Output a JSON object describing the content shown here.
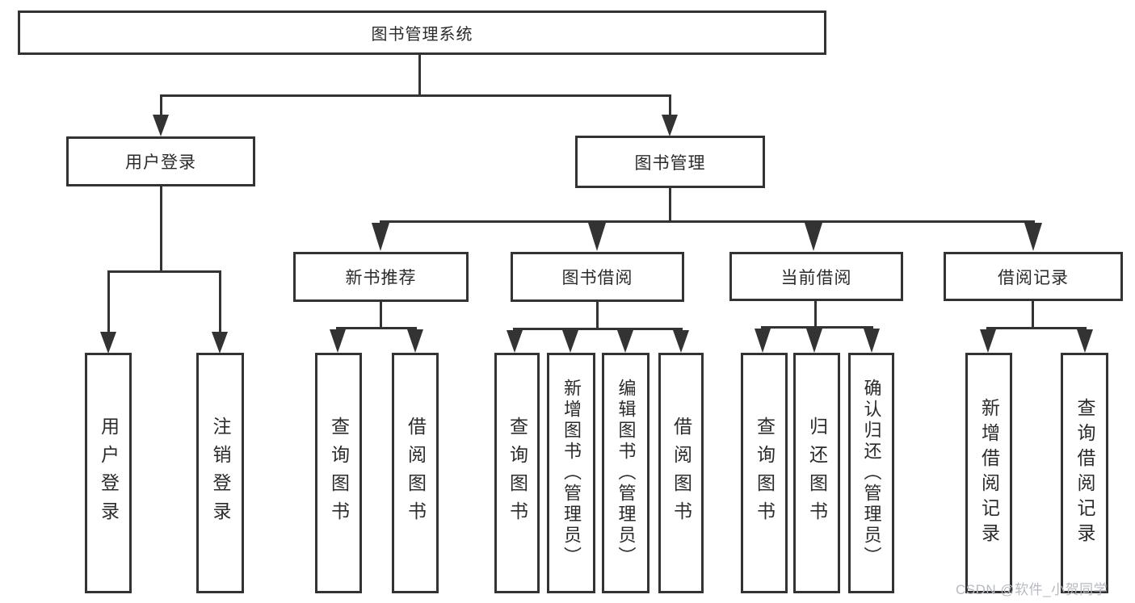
{
  "diagram": {
    "root": "图书管理系统",
    "branches": [
      {
        "label": "用户登录",
        "children": [
          "用户登录",
          "注销登录"
        ]
      },
      {
        "label": "图书管理",
        "sections": [
          {
            "label": "新书推荐",
            "children": [
              "查询图书",
              "借阅图书"
            ]
          },
          {
            "label": "图书借阅",
            "children": [
              "查询图书",
              "新增图书（管理员）",
              "编辑图书（管理员）",
              "借阅图书"
            ]
          },
          {
            "label": "当前借阅",
            "children": [
              "查询图书",
              "归还图书",
              "确认归还（管理员）"
            ]
          },
          {
            "label": "借阅记录",
            "children": [
              "新增借阅记录",
              "查询借阅记录"
            ]
          }
        ]
      }
    ]
  },
  "watermark": "CSDN @软件_小贺同学",
  "colors": {
    "line": "#333333",
    "background": "#ffffff",
    "watermark": "#b6bac0"
  }
}
